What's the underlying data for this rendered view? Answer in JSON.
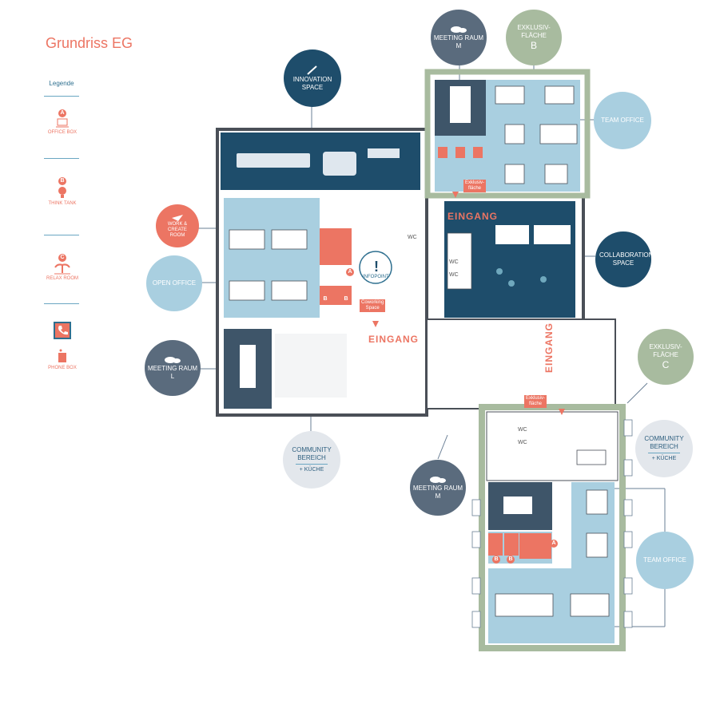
{
  "title": "Grundriss EG",
  "legend": {
    "heading": "Legende",
    "items": [
      {
        "badge": "A",
        "label": "OFFICE BOX"
      },
      {
        "badge": "B",
        "label": "THINK TANK"
      },
      {
        "badge": "C",
        "label": "RELAX ROOM"
      },
      {
        "badge": "",
        "label": "PHONE BOX"
      }
    ]
  },
  "bubbles": {
    "innovation": "INNOVATION SPACE",
    "meeting_m_top": {
      "line1": "MEETING RAUM",
      "line2": "M"
    },
    "exklusiv_b": {
      "line1": "EXKLUSIV-",
      "line2": "FLÄCHE",
      "line3": "B"
    },
    "team_office_top": "TEAM OFFICE",
    "work_create": "WORK & CREATE ROOM",
    "open_office": "OPEN OFFICE",
    "collaboration": "COLLABORATION SPACE",
    "meeting_l": {
      "line1": "MEETING RAUM",
      "line2": "L"
    },
    "exklusiv_c": {
      "line1": "EXKLUSIV-",
      "line2": "FLÄCHE",
      "line3": "C"
    },
    "community_left": {
      "line1": "COMMUNITY",
      "line2": "BEREICH",
      "line3": "+ KÜCHE"
    },
    "community_right": {
      "line1": "COMMUNITY",
      "line2": "BEREICH",
      "line3": "+ KÜCHE"
    },
    "meeting_m_bottom": {
      "line1": "MEETING RAUM",
      "line2": "M"
    },
    "team_office_bottom": "TEAM OFFICE",
    "infopoint": "INFOPOINT"
  },
  "tags": {
    "exklusiv_top": {
      "line1": "Exklusiv-",
      "line2": "fläche"
    },
    "coworking": {
      "line1": "Coworking",
      "line2": "Space"
    },
    "exklusiv_bottom": {
      "line1": "Exklusiv-",
      "line2": "fläche"
    }
  },
  "entrances": {
    "top": "EINGANG",
    "middle": "EINGANG",
    "right": "EINGANG"
  },
  "room_labels": {
    "wc": "WC"
  },
  "room_badges": {
    "a": "A",
    "b": "B"
  },
  "colors": {
    "accent": "#ec7563",
    "dark_blue": "#1e4d6b",
    "slate": "#5a6b7d",
    "light_blue": "#a9cfe0",
    "green": "#a8bb9f",
    "wall": "#4a4f57"
  }
}
